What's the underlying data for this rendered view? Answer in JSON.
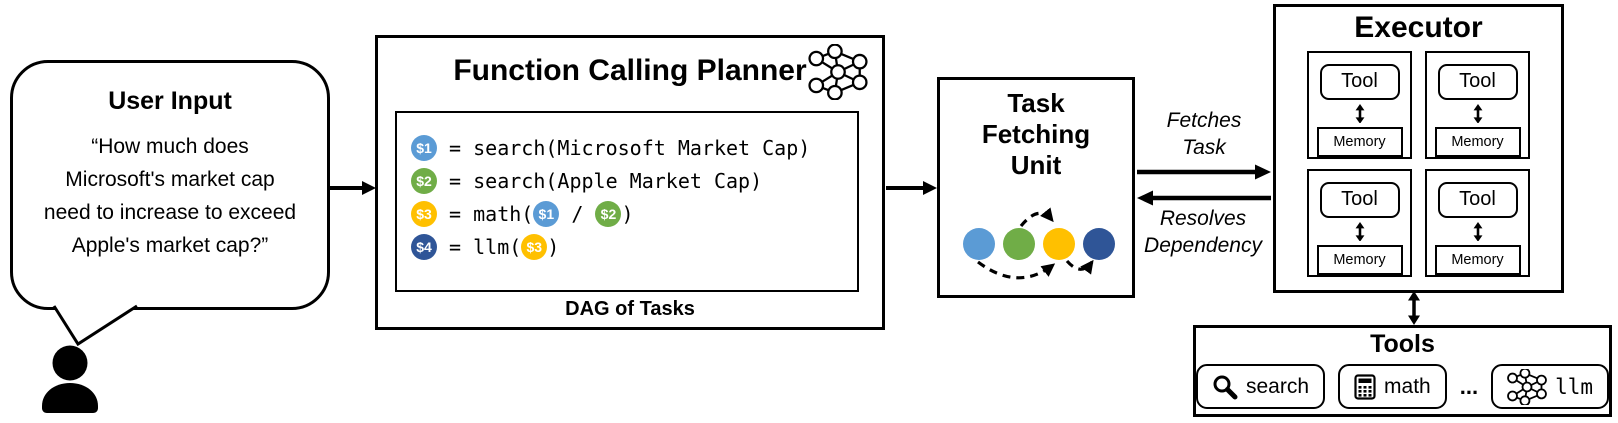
{
  "palette": {
    "blue": "#5B9BD5",
    "green": "#70AD47",
    "yellow": "#FFC000",
    "darkblue": "#2F5597"
  },
  "user_input": {
    "title": "User Input",
    "quote_lines": [
      "“How much does",
      "Microsoft's market cap",
      "need to increase to exceed",
      "Apple's market cap?”"
    ]
  },
  "planner": {
    "title": "Function Calling Planner",
    "caption": "DAG of Tasks",
    "code_lines": [
      {
        "target": "$1",
        "target_color": "blue",
        "rest": " = search(Microsoft Market Cap)"
      },
      {
        "target": "$2",
        "target_color": "green",
        "rest": " = search(Apple Market Cap)"
      },
      {
        "target": "$3",
        "target_color": "yellow",
        "pre": " = math(",
        "arg1": "$1",
        "arg1_color": "blue",
        "mid": " / ",
        "arg2": "$2",
        "arg2_color": "green",
        "post": ")"
      },
      {
        "target": "$4",
        "target_color": "darkblue",
        "pre": " = llm(",
        "arg1": "$3",
        "arg1_color": "yellow",
        "post": ")"
      }
    ]
  },
  "task_fetching_unit": {
    "title_lines": [
      "Task",
      "Fetching",
      "Unit"
    ],
    "node_colors": [
      "blue",
      "green",
      "yellow",
      "darkblue"
    ]
  },
  "flow": {
    "fetches_task": [
      "Fetches",
      "Task"
    ],
    "resolves_dependency": [
      "Resolves",
      "Dependency"
    ]
  },
  "executor": {
    "title": "Executor",
    "cells": [
      {
        "tool": "Tool",
        "memory": "Memory"
      },
      {
        "tool": "Tool",
        "memory": "Memory"
      },
      {
        "tool": "Tool",
        "memory": "Memory"
      },
      {
        "tool": "Tool",
        "memory": "Memory"
      }
    ]
  },
  "tools": {
    "title": "Tools",
    "search_label": "search",
    "math_label": "math",
    "ellipsis": "...",
    "llm_label": "llm"
  },
  "icons": {
    "planner": "neural-network-icon",
    "user": "person-icon",
    "search": "magnifier-icon",
    "math": "calculator-icon",
    "llm": "neural-network-icon"
  }
}
